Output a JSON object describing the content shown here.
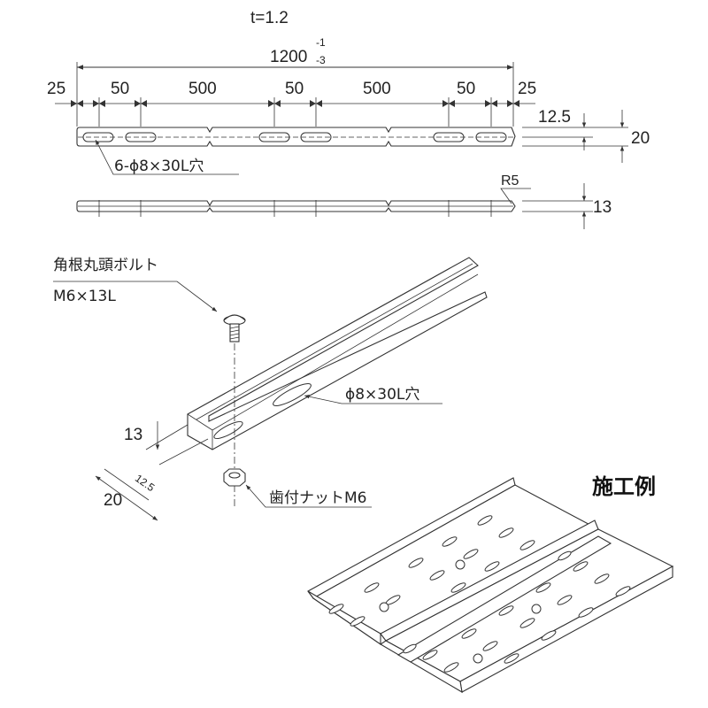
{
  "drawing": {
    "thickness": "t=1.2",
    "overall_length": "1200",
    "tolerance_upper": "-1",
    "tolerance_lower": "-3",
    "spacing_labels": [
      "25",
      "50",
      "500",
      "50",
      "500",
      "50",
      "25"
    ],
    "offset_125": "12.5",
    "height_20": "20",
    "height_13": "13",
    "hole_callout": "6-ϕ8×30L穴",
    "radius": "R5"
  },
  "assembly": {
    "bolt_name": "角根丸頭ボルト",
    "bolt_spec": "M6×13L",
    "slot_callout": "ϕ8×30L穴",
    "nut_label": "歯付ナットM6",
    "dim_13": "13",
    "dim_125": "12.5",
    "dim_20": "20"
  },
  "example": {
    "title": "施工例"
  }
}
